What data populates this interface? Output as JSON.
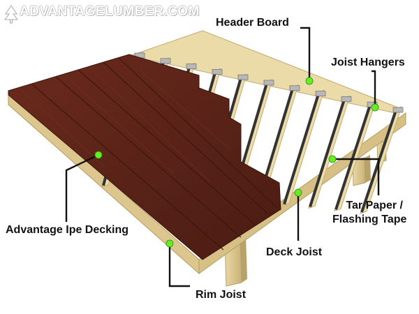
{
  "brand": {
    "name": "ADVANTAGELUMBER.COM"
  },
  "labels": {
    "header_board": "Header Board",
    "joist_hangers": "Joist Hangers",
    "tar_paper_line1": "Tar Paper /",
    "tar_paper_line2": "Flashing Tape",
    "deck_joist": "Deck Joist",
    "rim_joist": "Rim Joist",
    "decking": "Advantage Ipe Decking"
  },
  "colors": {
    "marker": "#66ee22",
    "callout_line": "#111111",
    "decking": "#5a2318",
    "lumber": "#e8d6a0",
    "flashing": "#333333"
  }
}
